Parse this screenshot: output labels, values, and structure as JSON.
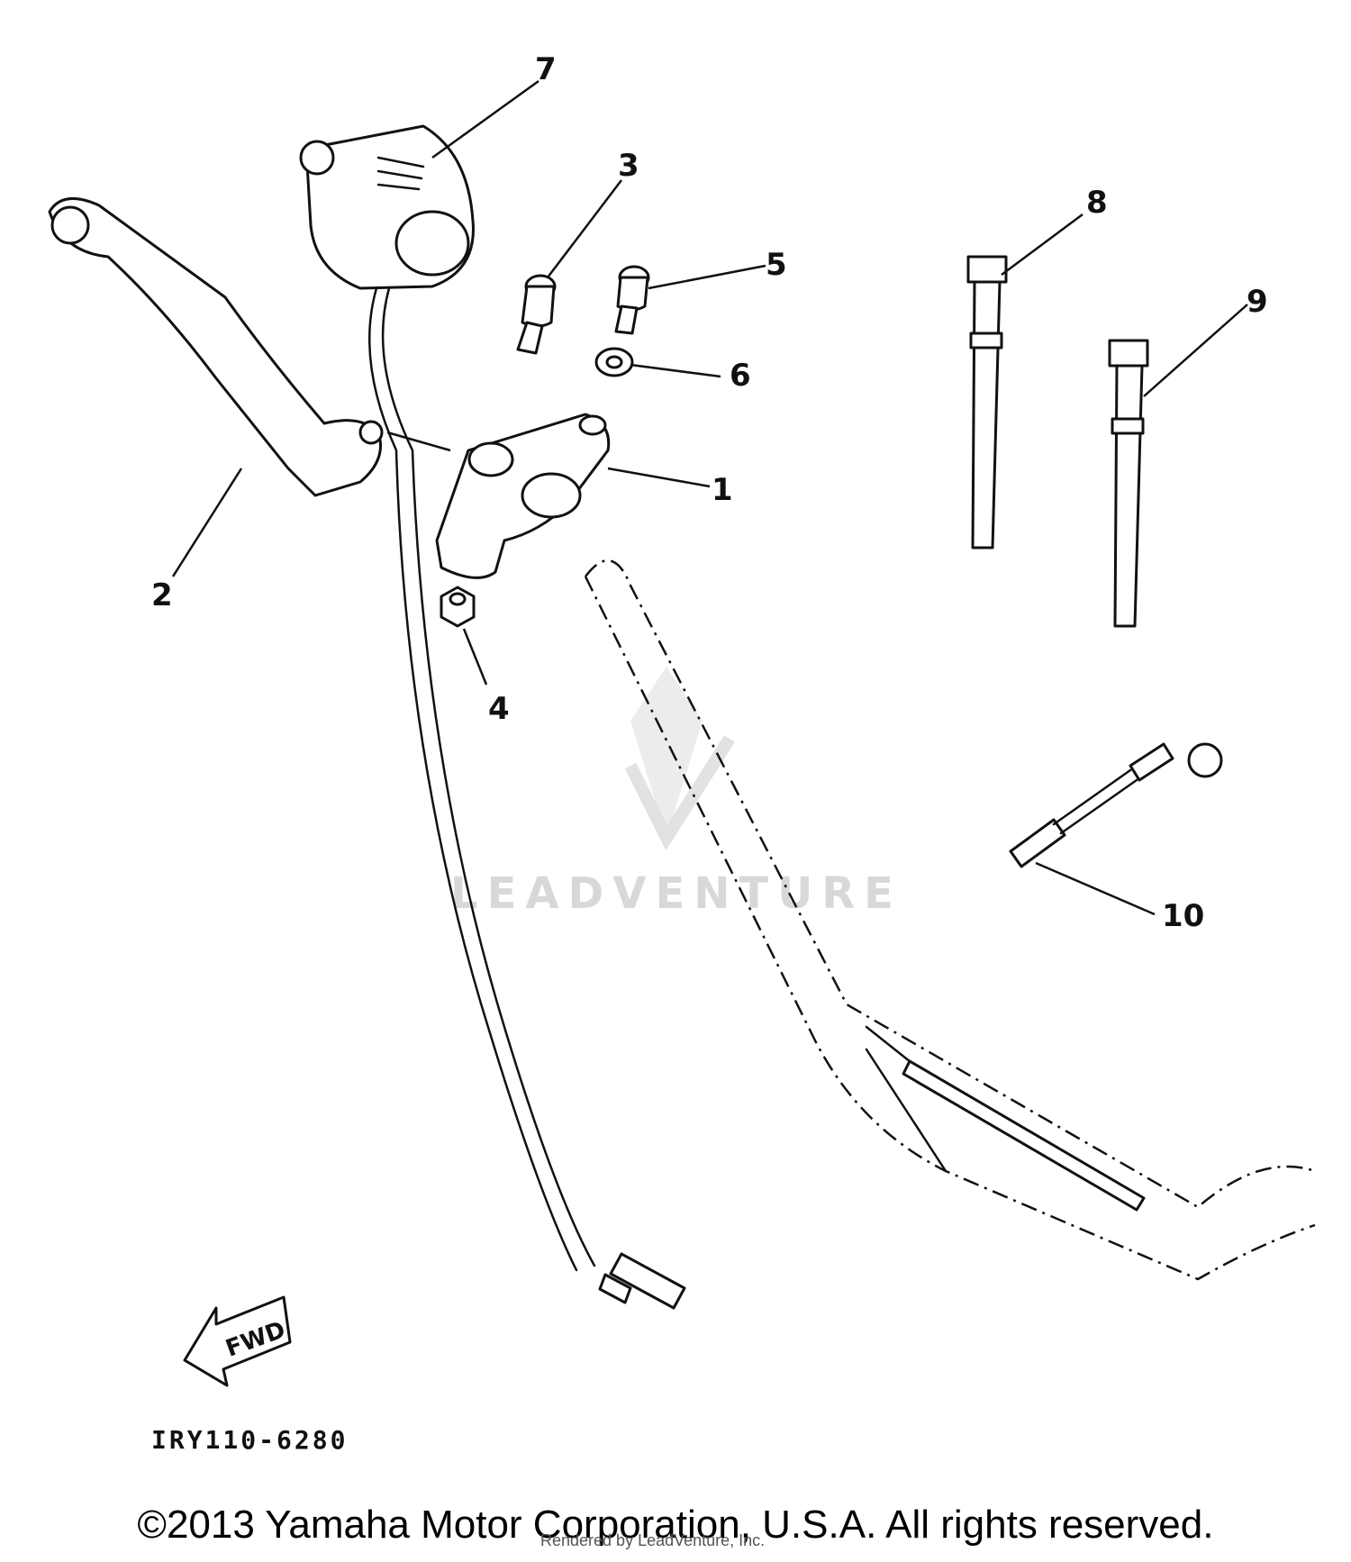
{
  "callouts": {
    "c1": "1",
    "c2": "2",
    "c3": "3",
    "c4": "4",
    "c5": "5",
    "c6": "6",
    "c7": "7",
    "c8": "8",
    "c9": "9",
    "c10": "10"
  },
  "fwd_label": "FWD",
  "diagram_code": "IRY110-6280",
  "watermark": "LEADVENTURE",
  "copyright": "©2013 Yamaha Motor Corporation, U.S.A. All rights reserved.",
  "rendered_by": "Rendered by LeadVenture, Inc."
}
